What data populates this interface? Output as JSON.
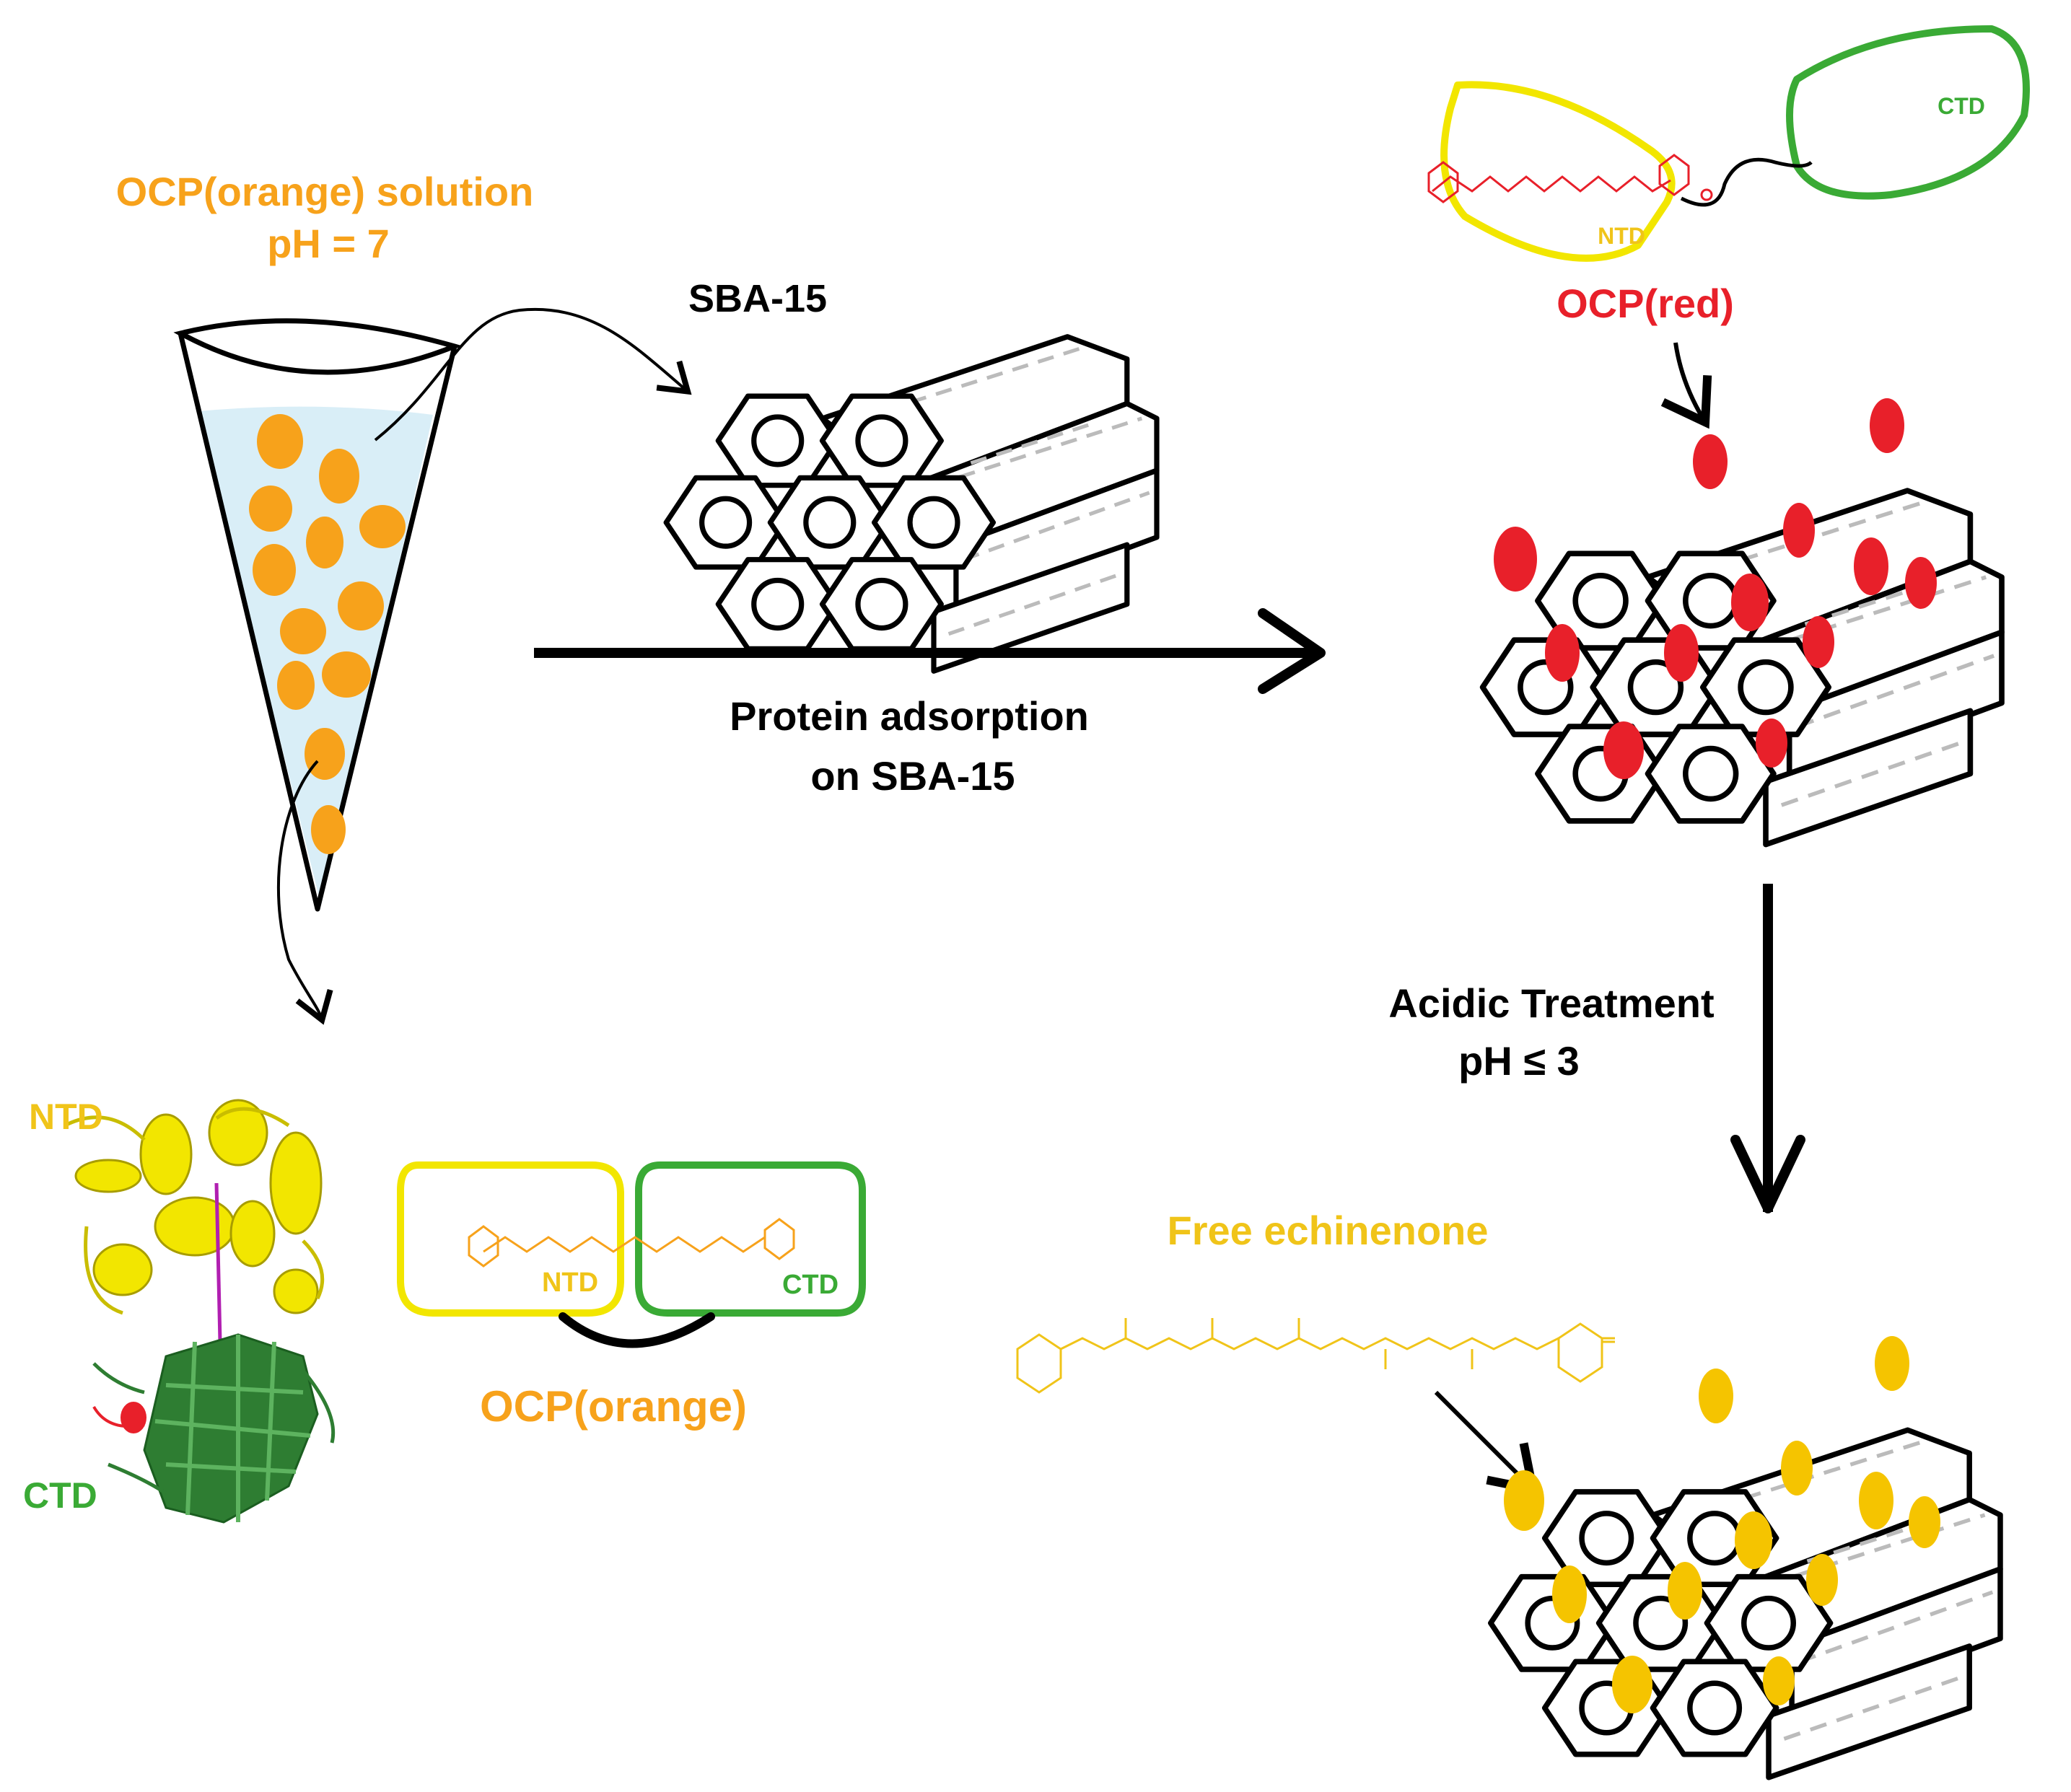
{
  "colors": {
    "orange": "#f7a21b",
    "red": "#e8202a",
    "yellow": "#f2e600",
    "yellow_text": "#f0c419",
    "green": "#3aaa35",
    "dark_green": "#2e7d32",
    "solution": "#d9eef7",
    "gold_particle": "#f5c400",
    "black": "#000000"
  },
  "labels": {
    "ocp_solution_line1": "OCP(orange) solution",
    "ocp_solution_line2": "pH = 7",
    "sba15": "SBA-15",
    "adsorption_line1": "Protein adsorption",
    "adsorption_line2": "on SBA-15",
    "ocp_red": "OCP(red)",
    "ntd_red": "NTD",
    "ctd_red": "CTD",
    "acidic_line1": "Acidic Treatment",
    "acidic_line2": "pH ≤ 3",
    "free_echinenone": "Free echinenone",
    "ocp_orange": "OCP(orange)",
    "ntd_orange": "NTD",
    "ctd_orange": "CTD",
    "ntd_structure": "NTD",
    "ctd_structure": "CTD"
  },
  "icons": {
    "funnel": "conical-flask-icon",
    "sba15_bundle": "hexagonal-pore-bundle-icon",
    "protein_structure": "protein-ribbon-icon",
    "carotenoid": "echinenone-molecule-icon"
  }
}
